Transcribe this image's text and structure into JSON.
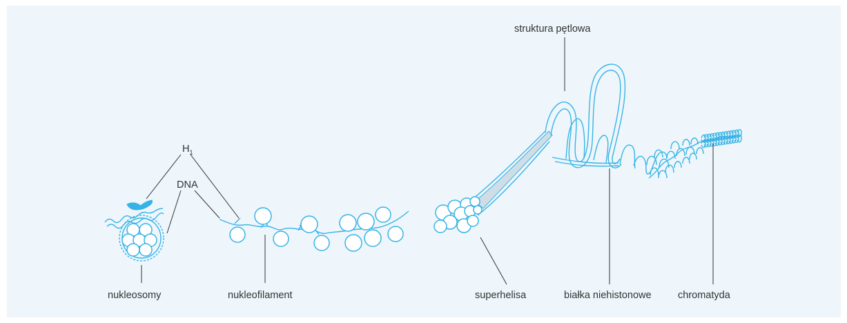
{
  "labels": {
    "h1": "H",
    "h1_sub": "1",
    "dna": "DNA",
    "nukleosomy": "nukleosomy",
    "nukleofilament": "nukleofilament",
    "superhelisa": "superhelisa",
    "struktura": "struktura pętlowa",
    "bialka": "białka niehistonowe",
    "chromatyda": "chromatyda"
  },
  "colors": {
    "panel": "#eef6fb",
    "dna": "#36b3e6",
    "bead_fill": "#ffffff",
    "text": "#333333",
    "fiber_shade": "#cfdde6"
  }
}
